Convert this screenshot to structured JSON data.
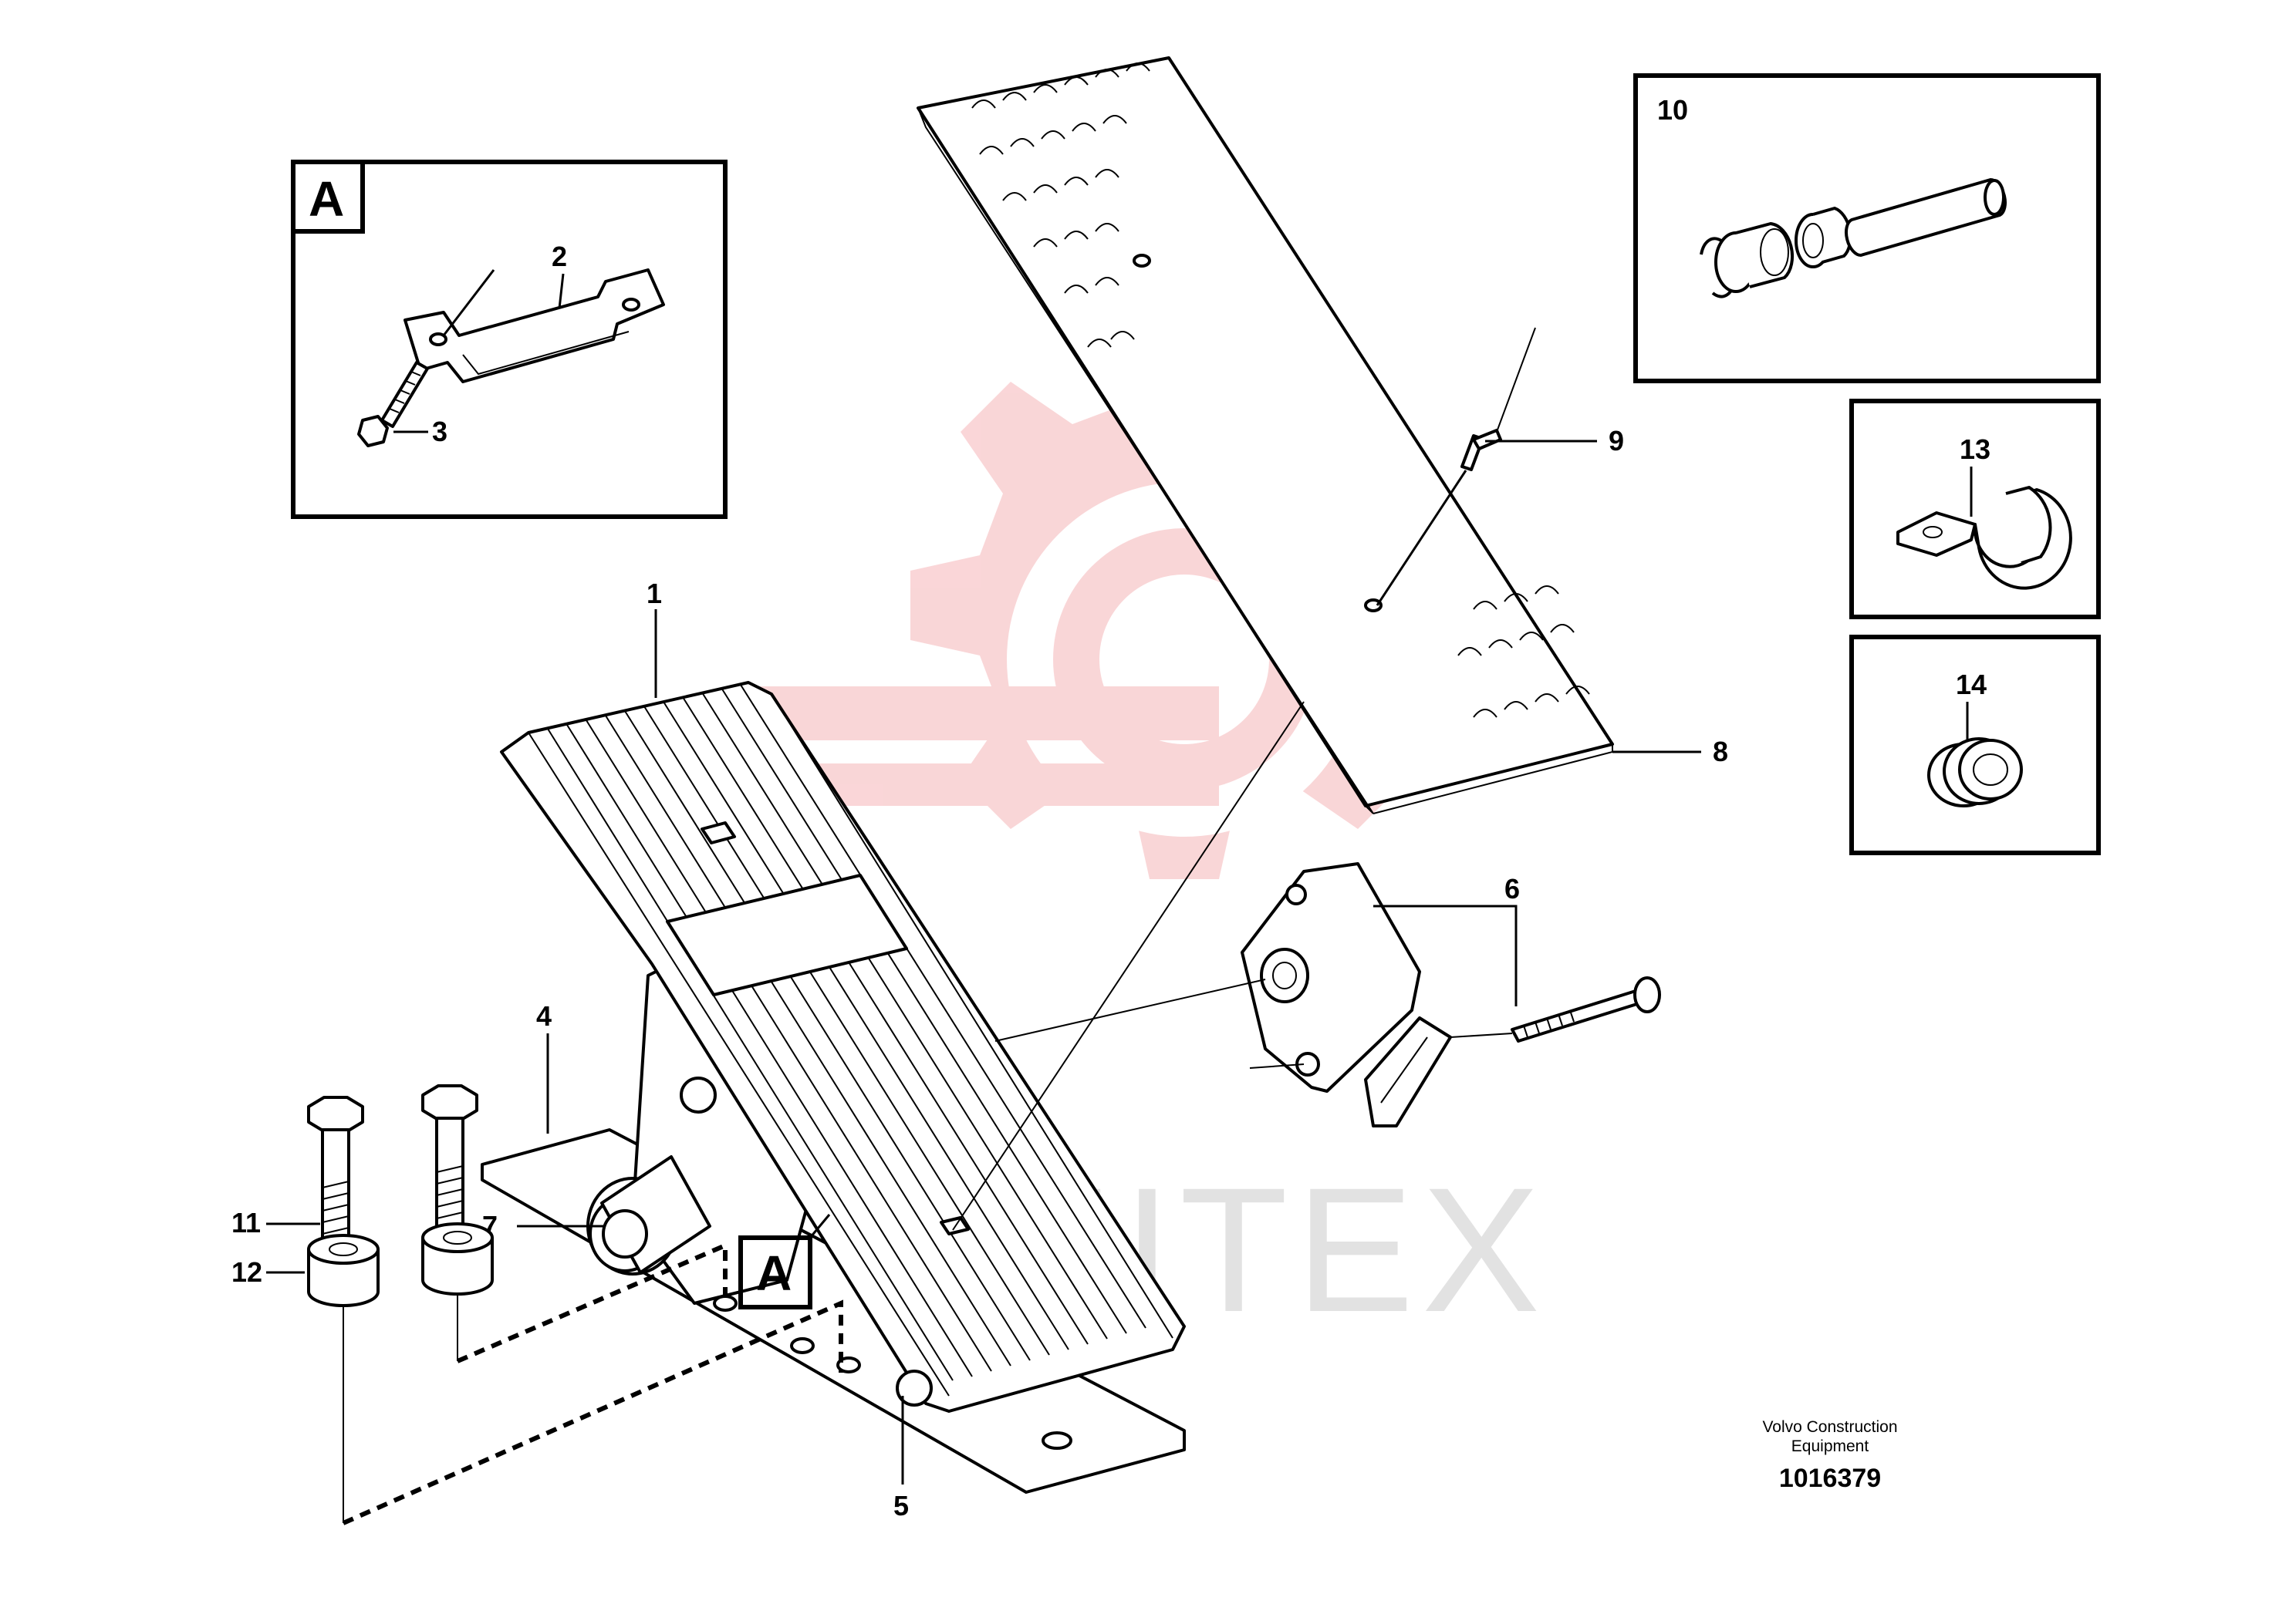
{
  "watermark": {
    "text": "EMITEX",
    "color": "#f5b5b8"
  },
  "detail_box_a": {
    "letter": "A"
  },
  "callouts": {
    "c1": "1",
    "c2": "2",
    "c3": "3",
    "c4": "4",
    "c5": "5",
    "c6": "6",
    "c7": "7",
    "c8": "8",
    "c9": "9",
    "c10": "10",
    "c11": "11",
    "c12": "12",
    "c13": "13",
    "c14": "14"
  },
  "view_marker": {
    "letter": "A"
  },
  "footer": {
    "company_line1": "Volvo Construction",
    "company_line2": "Equipment",
    "drawing_number": "1016379"
  }
}
